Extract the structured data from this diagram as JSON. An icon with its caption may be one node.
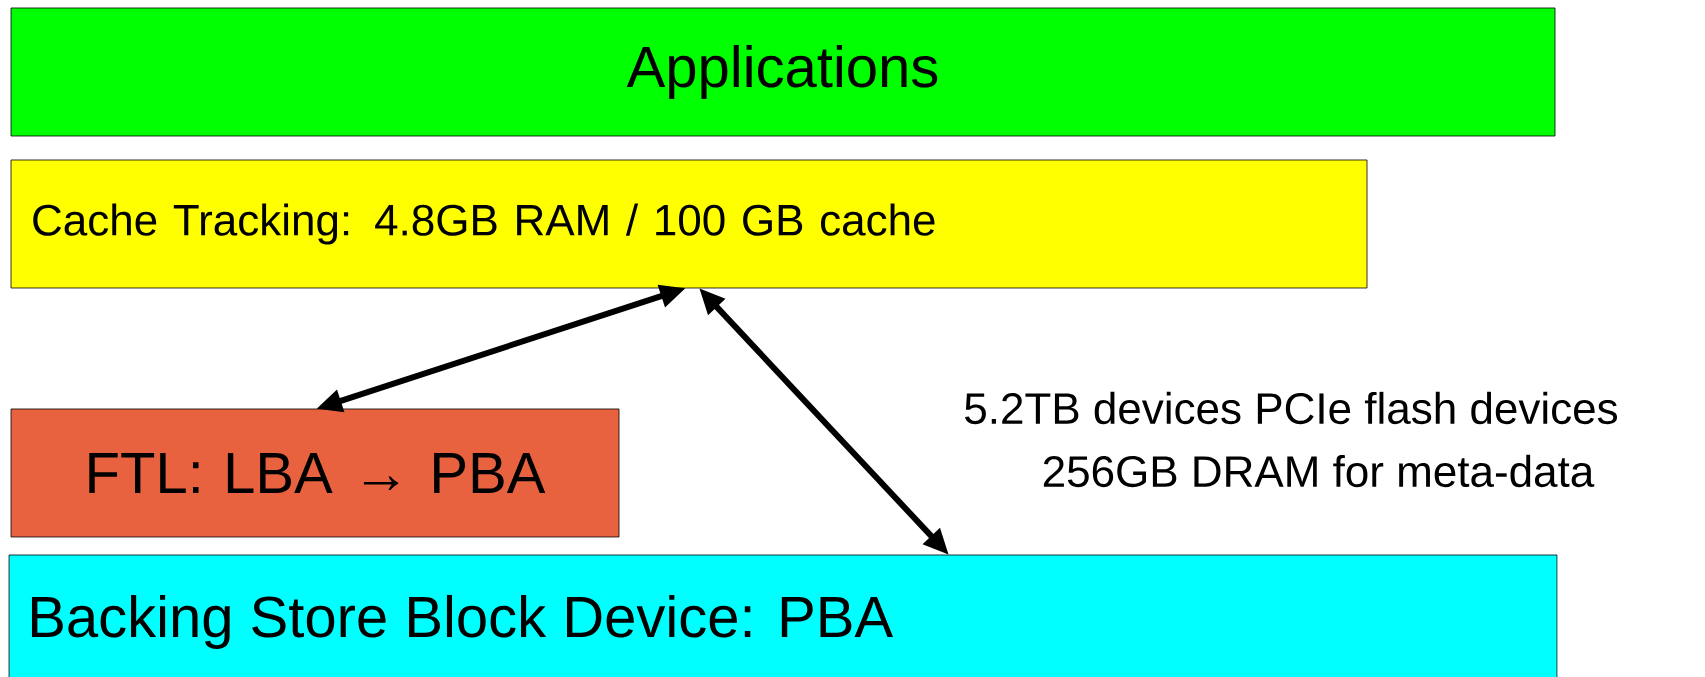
{
  "diagram": {
    "nodes": [
      {
        "text": [
          "Applications"
        ]
      },
      {
        "text": [
          "Cache Tracking: 4.8GB RAM / 100 GB cache"
        ]
      },
      {
        "text": [
          "FTL: LBA → PBA"
        ]
      },
      {
        "text": [
          "Backing Store Block Device: PBA"
        ]
      }
    ],
    "edges": [
      {
        "from": 1,
        "to": 2,
        "arrow": "both"
      },
      {
        "from": 1,
        "to": 3,
        "arrow": "both"
      }
    ],
    "labels": [
      "5.2TB devices PCIe flash devices",
      "256GB DRAM for meta-data"
    ]
  }
}
